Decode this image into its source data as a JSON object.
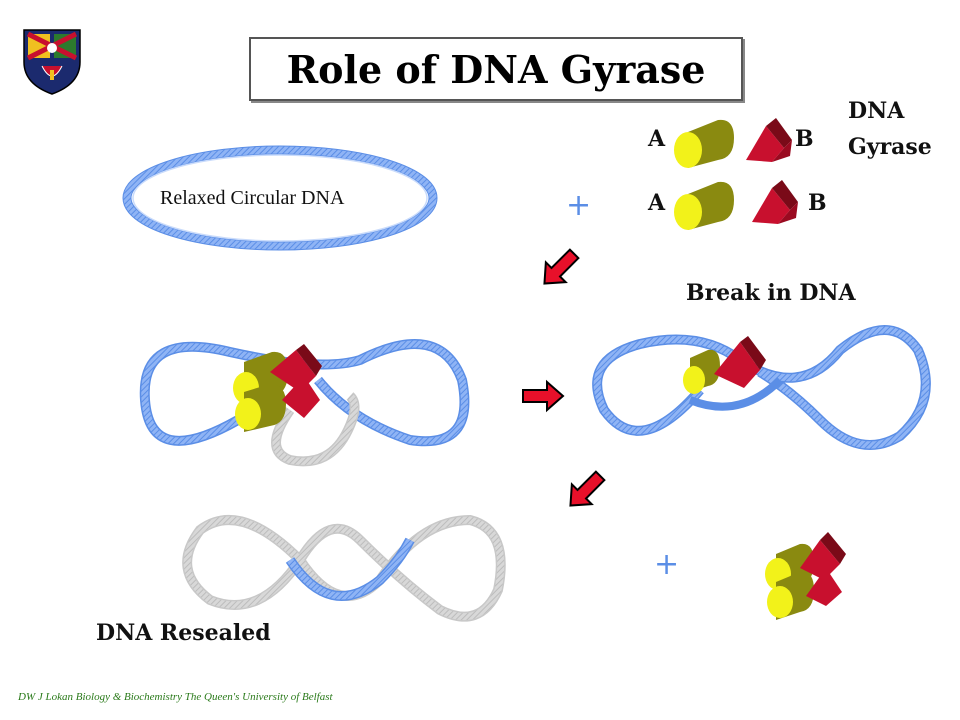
{
  "title": "Role of DNA Gyrase",
  "labels": {
    "relaxed": "Relaxed Circular DNA",
    "gyrase_line1": "DNA",
    "gyrase_line2": "Gyrase",
    "subunit_a": "A",
    "subunit_b": "B",
    "break": "Break in DNA",
    "resealed": "DNA Resealed",
    "plus": "+"
  },
  "footer": "DW J Lokan Biology & Biochemistry The Queen's University of Belfast",
  "colors": {
    "dna_blue": "#6f9ef0",
    "dna_grey": "#c8c8c8",
    "subunit_a_body": "#8a8a10",
    "subunit_a_face": "#f2f21a",
    "subunit_b": "#c8102e",
    "arrow_red": "#e8102a",
    "footer_green": "#2a7a1a"
  },
  "icons": [
    "crest-icon",
    "plus-icon",
    "arrow-icon"
  ]
}
